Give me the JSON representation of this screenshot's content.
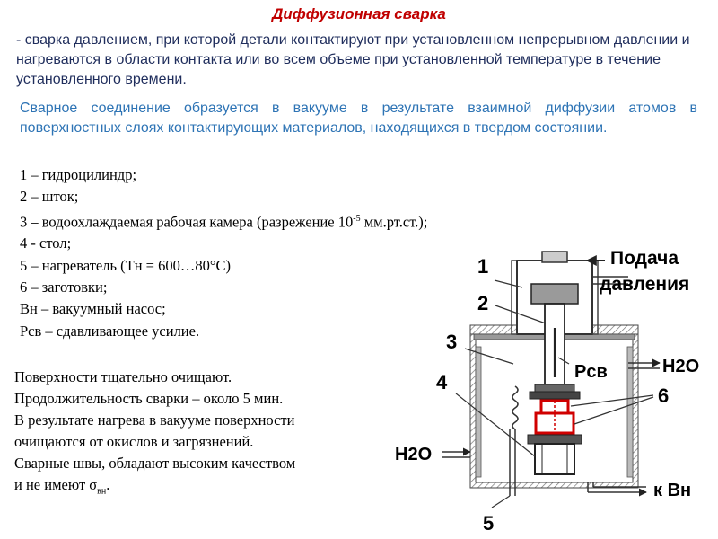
{
  "slide": {
    "title": "Диффузионная сварка",
    "definition": " - сварка давлением, при которой детали контактируют при установленном непрерывном давлении и нагреваются в области контакта или во всем объеме при установленной температуре в течение установленного времени.",
    "highlight": "Сварное соединение образуется в вакууме в результате взаимной диффузии атомов в поверхностных слоях контактирующих материалов, находящихся в твердом состоянии."
  },
  "legend": {
    "item1": "1 – гидроцилиндр;",
    "item2": "2 – шток;",
    "item3_prefix": "3 – водоохлаждаемая рабочая камера (разрежение 10",
    "item3_exp": "-5",
    "item3_suffix": " мм.рт.ст.);",
    "item4": "4 -  стол;",
    "item5": "5 – нагреватель (Тн = 600…80°С)",
    "item6": "6 – заготовки;",
    "item7": "Вн – вакуумный насос;",
    "item8": "Рсв – сдавливающее усилие."
  },
  "notes": {
    "line1": "Поверхности тщательно очищают.",
    "line2": "Продолжительность сварки – около 5 мин.",
    "line3": "В результате нагрева в вакууме поверхности",
    "line4": "очищаются от окислов и загрязнений.",
    "line5": "Сварные швы, обладают высоким качеством",
    "line6_prefix": "и не имеют σ",
    "line6_sub": "вн",
    "line6_suffix": "."
  },
  "diagram": {
    "label_1": "1",
    "label_2": "2",
    "label_3": "3",
    "label_4": "4",
    "label_5": "5",
    "label_6": "6",
    "supply_line1": "Подача",
    "supply_line2": "давления",
    "force": "Рсв",
    "water_out": "H2O",
    "water_in": "H2O",
    "pump": "к Вн",
    "colors": {
      "workpiece": "#d00000",
      "metal": "#888888",
      "dark": "#222222"
    }
  }
}
